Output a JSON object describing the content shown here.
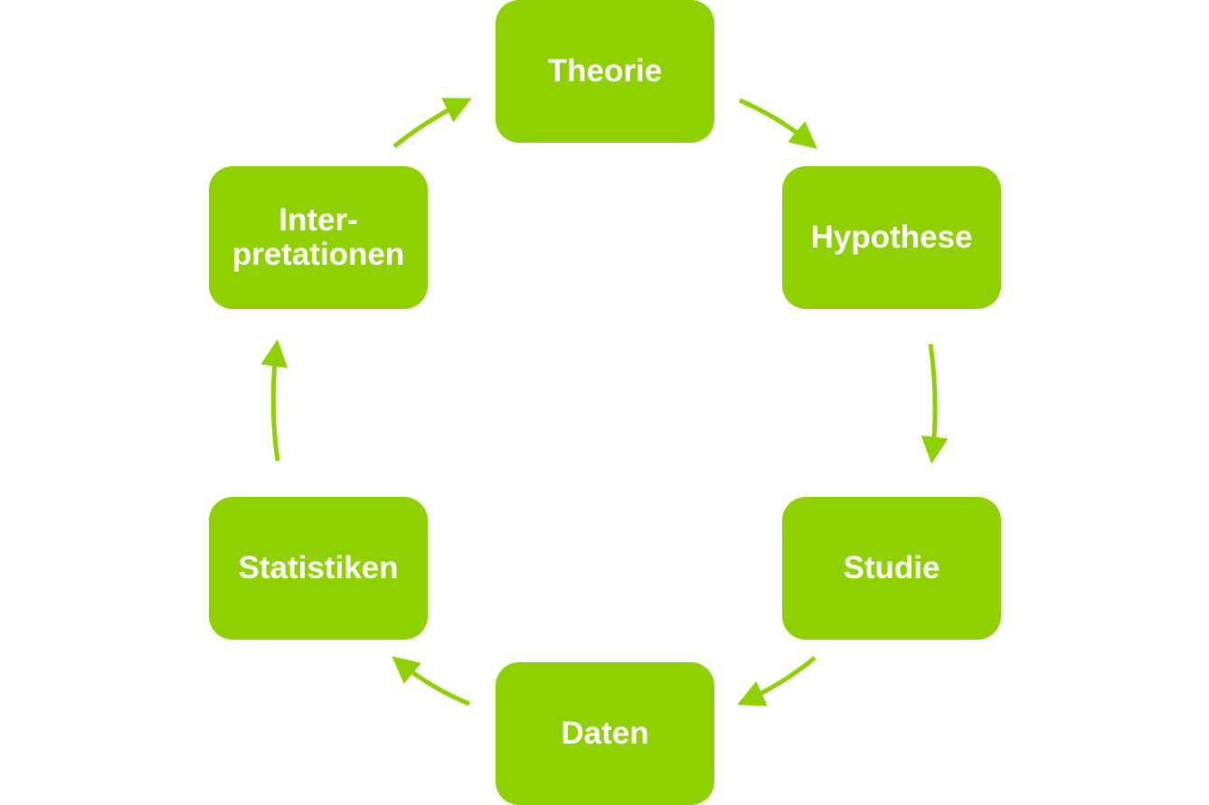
{
  "diagram": {
    "type": "cycle",
    "colors": {
      "node_fill": "#8fd100",
      "node_text": "#ffffff",
      "arrow": "#8fd100"
    },
    "nodes": [
      {
        "id": "theorie",
        "label": "Theorie"
      },
      {
        "id": "hypothese",
        "label": "Hypothese"
      },
      {
        "id": "studie",
        "label": "Studie"
      },
      {
        "id": "daten",
        "label": "Daten"
      },
      {
        "id": "statistiken",
        "label": "Statistiken"
      },
      {
        "id": "interpretationen",
        "label": "Inter-\npretationen"
      }
    ],
    "edges": [
      {
        "from": "theorie",
        "to": "hypothese"
      },
      {
        "from": "hypothese",
        "to": "studie"
      },
      {
        "from": "studie",
        "to": "daten"
      },
      {
        "from": "daten",
        "to": "statistiken"
      },
      {
        "from": "statistiken",
        "to": "interpretationen"
      },
      {
        "from": "interpretationen",
        "to": "theorie"
      }
    ]
  }
}
